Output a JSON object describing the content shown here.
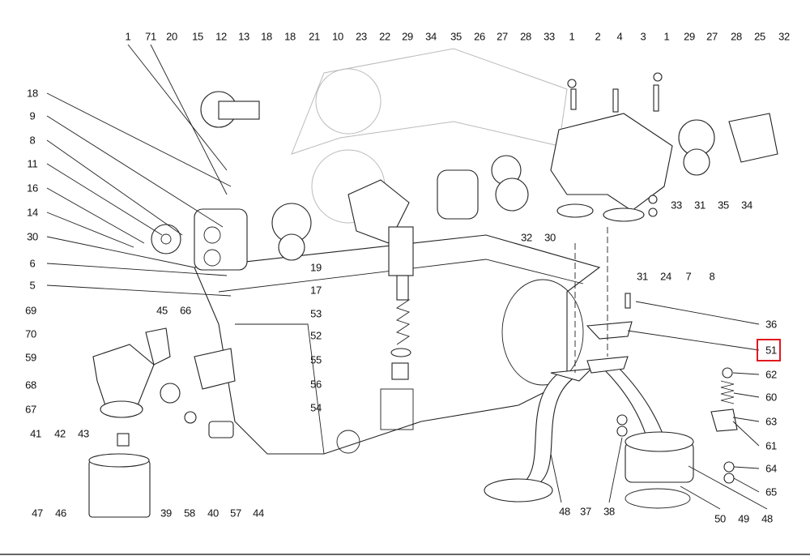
{
  "labels": {
    "top": [
      "1",
      "71",
      "20",
      "15",
      "12",
      "13",
      "18",
      "18",
      "21",
      "10",
      "23",
      "22",
      "29",
      "34",
      "35",
      "26",
      "27",
      "28",
      "33",
      "1",
      "2",
      "4",
      "3",
      "1",
      "29",
      "27",
      "28",
      "25",
      "32"
    ],
    "left": [
      "18",
      "9",
      "8",
      "11",
      "16",
      "14",
      "30",
      "6",
      "5",
      "69",
      "70",
      "59",
      "68",
      "67",
      "41",
      "42",
      "43"
    ],
    "bottom_left": [
      "47",
      "46",
      "39",
      "58",
      "40",
      "57",
      "44"
    ],
    "middle": [
      "45",
      "66",
      "19",
      "17",
      "53",
      "52",
      "55",
      "56",
      "54"
    ],
    "pump": [
      "32",
      "30",
      "31",
      "24",
      "7",
      "8",
      "33",
      "31",
      "35",
      "34"
    ],
    "right": [
      "36",
      "51",
      "62",
      "60",
      "63",
      "61",
      "64",
      "65"
    ],
    "bottom_right": [
      "48",
      "37",
      "38",
      "50",
      "49",
      "48"
    ]
  },
  "highlight": {
    "label": "51",
    "color": "#e0181f"
  }
}
